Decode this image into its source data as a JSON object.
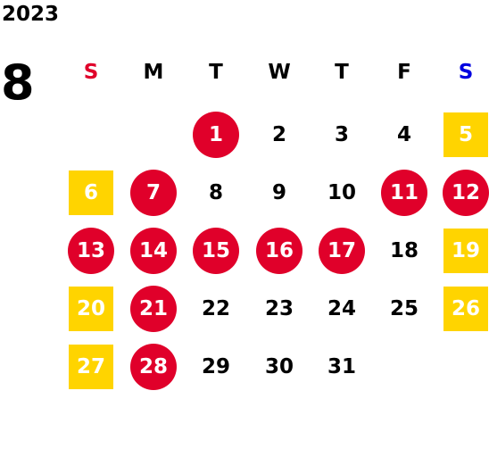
{
  "calendar": {
    "year": "2023",
    "month": "8",
    "weekdays": [
      "S",
      "M",
      "T",
      "W",
      "T",
      "F",
      "S"
    ],
    "weekday_colors": [
      "#e0002a",
      "#000000",
      "#000000",
      "#000000",
      "#000000",
      "#000000",
      "#0000e0"
    ],
    "first_day_index": 2,
    "days": [
      {
        "label": "1",
        "type": "holiday"
      },
      {
        "label": "2",
        "type": "normal"
      },
      {
        "label": "3",
        "type": "normal"
      },
      {
        "label": "4",
        "type": "normal"
      },
      {
        "label": "5",
        "type": "weekend"
      },
      {
        "label": "6",
        "type": "weekend"
      },
      {
        "label": "7",
        "type": "holiday"
      },
      {
        "label": "8",
        "type": "normal"
      },
      {
        "label": "9",
        "type": "normal"
      },
      {
        "label": "10",
        "type": "normal"
      },
      {
        "label": "11",
        "type": "holiday"
      },
      {
        "label": "12",
        "type": "holiday"
      },
      {
        "label": "13",
        "type": "holiday"
      },
      {
        "label": "14",
        "type": "holiday"
      },
      {
        "label": "15",
        "type": "holiday"
      },
      {
        "label": "16",
        "type": "holiday"
      },
      {
        "label": "17",
        "type": "holiday"
      },
      {
        "label": "18",
        "type": "normal"
      },
      {
        "label": "19",
        "type": "weekend"
      },
      {
        "label": "20",
        "type": "weekend"
      },
      {
        "label": "21",
        "type": "holiday"
      },
      {
        "label": "22",
        "type": "normal"
      },
      {
        "label": "23",
        "type": "normal"
      },
      {
        "label": "24",
        "type": "normal"
      },
      {
        "label": "25",
        "type": "normal"
      },
      {
        "label": "26",
        "type": "weekend"
      },
      {
        "label": "27",
        "type": "weekend"
      },
      {
        "label": "28",
        "type": "holiday"
      },
      {
        "label": "29",
        "type": "normal"
      },
      {
        "label": "30",
        "type": "normal"
      },
      {
        "label": "31",
        "type": "normal"
      }
    ],
    "colors": {
      "holiday": "#e0002a",
      "weekend": "#ffd400"
    }
  }
}
